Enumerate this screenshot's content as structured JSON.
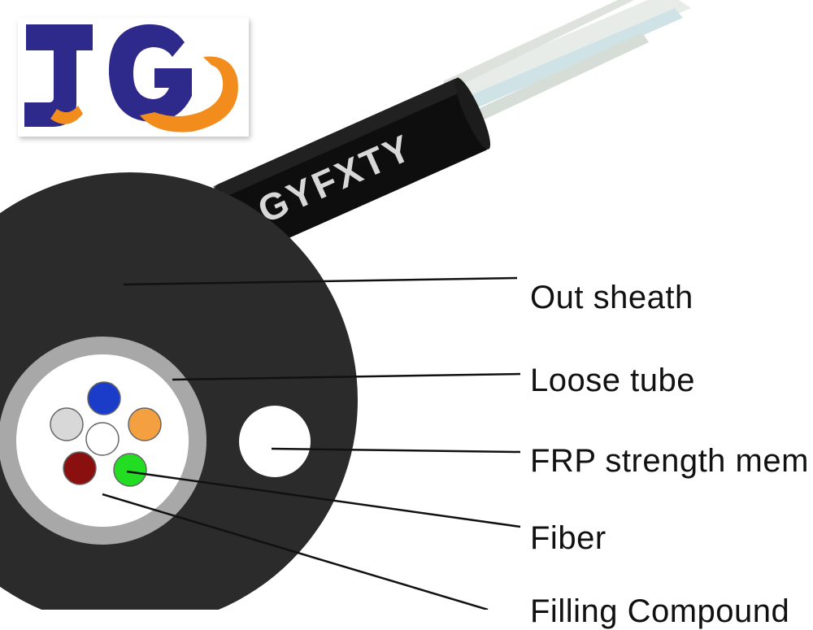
{
  "logo": {
    "text": "JG"
  },
  "cable": {
    "print": "GYFXTY"
  },
  "labels": {
    "out_sheath": "Out sheath",
    "loose_tube": "Loose tube",
    "frp": "FRP strength mem",
    "fiber": "Fiber",
    "filling": "Filling Compound"
  },
  "colors": {
    "sheath": "#2b2b2b",
    "tube_ring": "#a8a8a8",
    "logo_blue": "#2e2a8c",
    "logo_orange": "#f28c1c",
    "fiber_blue": "#1a3cc8",
    "fiber_orange": "#f5a040",
    "fiber_red": "#8a1010",
    "fiber_green": "#22dd22",
    "fiber_gray": "#d8d8d8",
    "fiber_white": "#ffffff"
  }
}
